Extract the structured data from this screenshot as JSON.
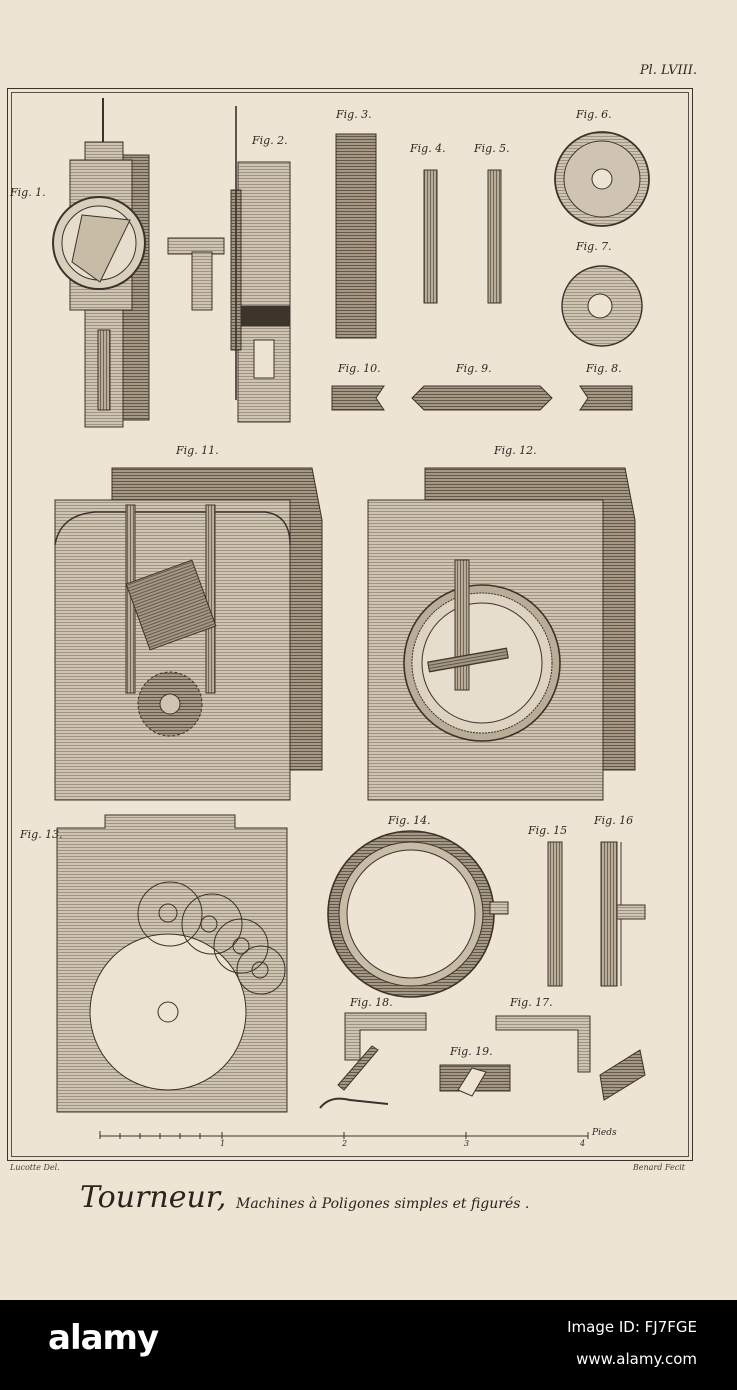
{
  "plate": {
    "number": "Pl. LVIII."
  },
  "title": {
    "main": "Tourneur,",
    "subtitle": "Machines à Poligones simples et figurés ."
  },
  "credits": {
    "draftsman": "Lucotte Del.",
    "engraver": "Benard Fecit"
  },
  "scale": {
    "unit": "Pieds",
    "ticks": [
      "1",
      "2",
      "3",
      "4"
    ]
  },
  "figures": {
    "f1": "Fig. 1.",
    "f2": "Fig. 2.",
    "f3": "Fig. 3.",
    "f4": "Fig. 4.",
    "f5": "Fig. 5.",
    "f6": "Fig. 6.",
    "f7": "Fig. 7.",
    "f8": "Fig. 8.",
    "f9": "Fig. 9.",
    "f10": "Fig. 10.",
    "f11": "Fig. 11.",
    "f12": "Fig. 12.",
    "f13": "Fig. 13.",
    "f14": "Fig. 14.",
    "f15": "Fig. 15",
    "f16": "Fig. 16",
    "f17": "Fig. 17.",
    "f18": "Fig. 18.",
    "f19": "Fig. 19."
  },
  "footer": {
    "logo": "alamy",
    "image_id": "Image ID: FJ7FGE",
    "url": "www.alamy.com"
  },
  "colors": {
    "paper": "#ede4d3",
    "ink": "#3a332b",
    "footer": "#000000"
  }
}
